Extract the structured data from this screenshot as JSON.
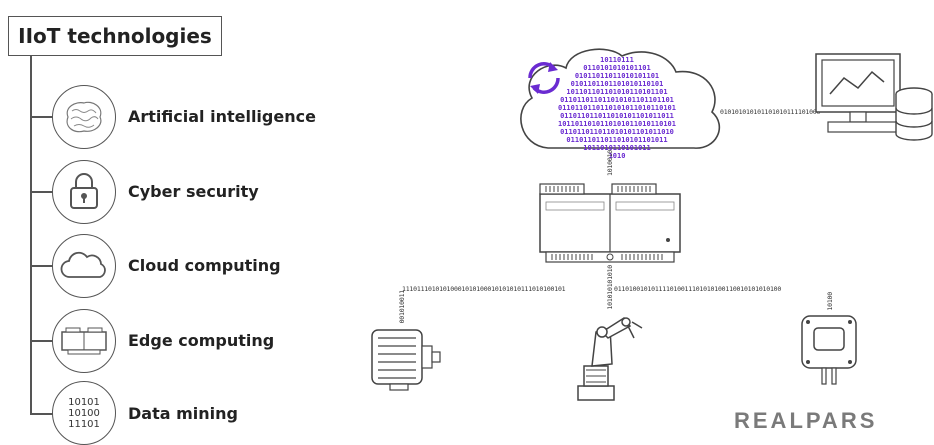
{
  "title": "IIoT technologies",
  "technologies": [
    {
      "label": "Artificial intelligence",
      "icon": "brain-icon"
    },
    {
      "label": "Cyber security",
      "icon": "padlock-icon"
    },
    {
      "label": "Cloud computing",
      "icon": "cloud-icon"
    },
    {
      "label": "Edge computing",
      "icon": "edge-device-icon"
    },
    {
      "label": "Data mining",
      "icon": "binary-digits-icon",
      "icon_text": [
        "10101",
        "10100",
        "11101"
      ]
    }
  ],
  "diagram": {
    "cloud_binary_lines": [
      "10110111",
      "0110101010101101",
      "01011011011010101101",
      "0101101101101010110101",
      "101101101101010110101101",
      "011011011011010101101101101",
      "0110110110110101011010110101",
      "011011011011010101101011011",
      "1011011010110101011010110101",
      "011011011011010101101011010",
      "011011011011010101101011",
      "1011010110101011",
      "1010"
    ],
    "cloud_to_computer_bits": "010101010101101010111101000",
    "cloud_to_gateway_bits": "1010010",
    "gateway_down_bits": "101010101010",
    "bus_left_bits": "11101110101010001010100010101010111010100101",
    "bus_right_bits": "011010010101111010011101010100110010101010100",
    "motor_bits": "001010011",
    "sensor_bits": "10100",
    "accent_color": "#6a2bd1",
    "logo": "REALPARS"
  }
}
